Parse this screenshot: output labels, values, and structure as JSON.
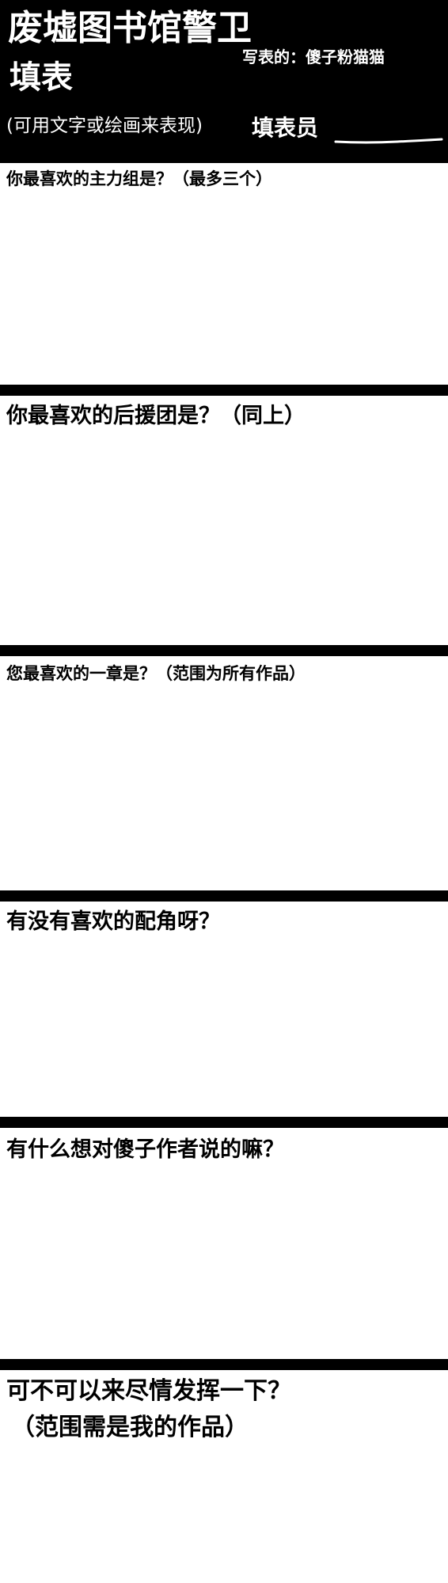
{
  "header": {
    "title": "废墟图书馆警卫",
    "subtitle": "填表",
    "author": "写表的：傻子粉猫猫",
    "note": "(可用文字或绘画来表现)",
    "filler_label": "填表员"
  },
  "questions": [
    {
      "text": "你最喜欢的主力组是？（最多三个）"
    },
    {
      "text": "你最喜欢的后援团是？（同上）"
    },
    {
      "text": "您最喜欢的一章是？（范围为所有作品）"
    },
    {
      "text": "有没有喜欢的配角呀？"
    },
    {
      "text": "有什么想对傻子作者说的嘛？"
    },
    {
      "text": "可不可以来尽情发挥一下？",
      "text2": "（范围需是我的作品）"
    }
  ],
  "colors": {
    "background": "#ffffff",
    "ink": "#000000"
  }
}
